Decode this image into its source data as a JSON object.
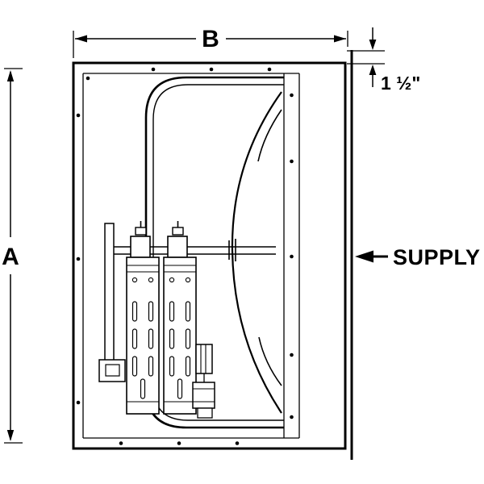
{
  "colors": {
    "line": "#000000",
    "background": "#ffffff"
  },
  "labels": {
    "dim_width": "B",
    "dim_height": "A",
    "dim_flange_depth": "1 ½\"",
    "supply": "SUPPLY"
  }
}
